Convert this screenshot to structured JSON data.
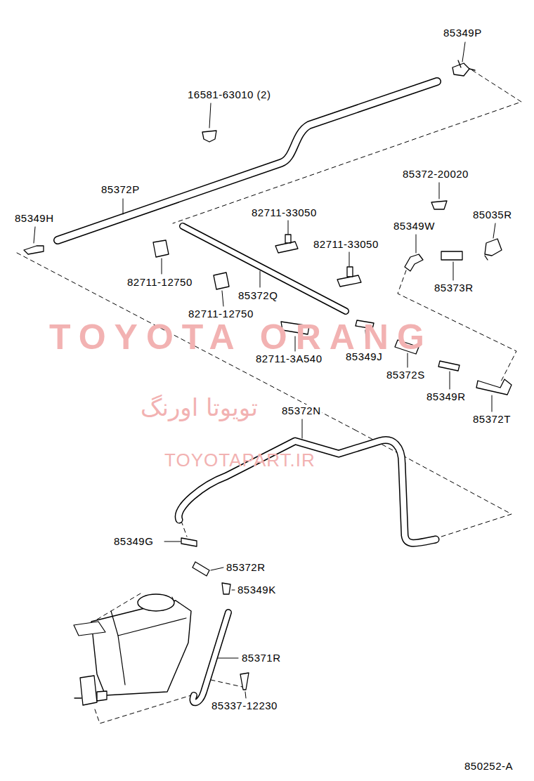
{
  "diagram": {
    "labels": [
      "85349P",
      "16581-63010 (2)",
      "85372P",
      "85349H",
      "85372-20020",
      "82711-33050",
      "85035R",
      "85349W",
      "82711-33050",
      "82711-12750",
      "85372Q",
      "85373R",
      "82711-12750",
      "TOYOTA ORANG",
      "82711-3A540",
      "85349J",
      "85372S",
      "85349R",
      "85372T",
      "تویوتا اورنگ",
      "85372N",
      "TOYOTAPART.IR",
      "85349G",
      "85372R",
      "85349K",
      "85371R",
      "85337-12230",
      "850252-A"
    ]
  }
}
